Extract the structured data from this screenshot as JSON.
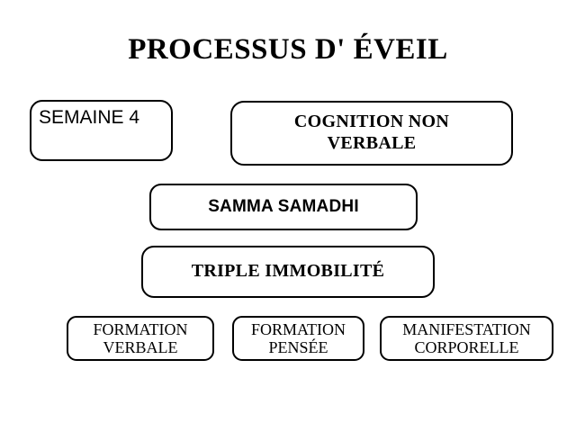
{
  "slide": {
    "title": "PROCESSUS D' ÉVEIL",
    "background_color": "#ffffff",
    "outline_color": "#000000",
    "text_color": "#000000"
  },
  "nodes": {
    "semaine": {
      "label": "SEMAINE 4"
    },
    "cognition": {
      "label": "COGNITION NON\nVERBALE"
    },
    "samadhi": {
      "label": "SAMMA SAMADHI"
    },
    "immobilite": {
      "label": "TRIPLE IMMOBILITÉ"
    },
    "formation_verbale": {
      "label": "FORMATION\nVERBALE"
    },
    "formation_pensee": {
      "label": "FORMATION\nPENSÉE"
    },
    "manifestation": {
      "label": "MANIFESTATION\nCORPORELLE"
    }
  }
}
